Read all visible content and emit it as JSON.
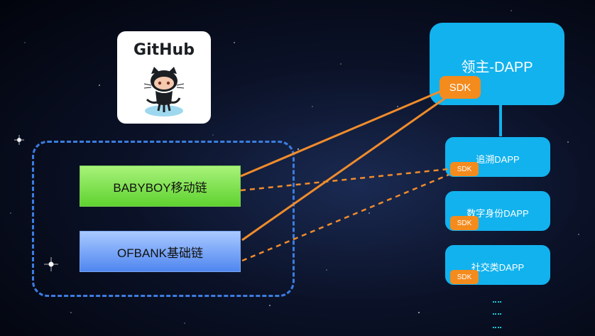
{
  "github": {
    "wordmark": "GitHub"
  },
  "chains": [
    {
      "label": "BABYBOY移动链"
    },
    {
      "label": "OFBANK基础链"
    }
  ],
  "main_dapp": {
    "label": "领主-DAPP",
    "sdk": "SDK"
  },
  "sub_dapps": [
    {
      "label": "追溯DAPP",
      "sdk": "SDK"
    },
    {
      "label": "数字身份DAPP",
      "sdk": "SDK"
    },
    {
      "label": "社交类DAPP",
      "sdk": "SDK"
    }
  ],
  "colors": {
    "dapp_blue": "#12b2ee",
    "sdk_orange": "#f48b1d",
    "link_orange": "#f08c2c",
    "group_dash": "#3b7de0",
    "babyboy_green": "#5fd230",
    "ofbank_blue": "#4f86f0"
  },
  "icons": [
    "github-octocat-icon"
  ]
}
